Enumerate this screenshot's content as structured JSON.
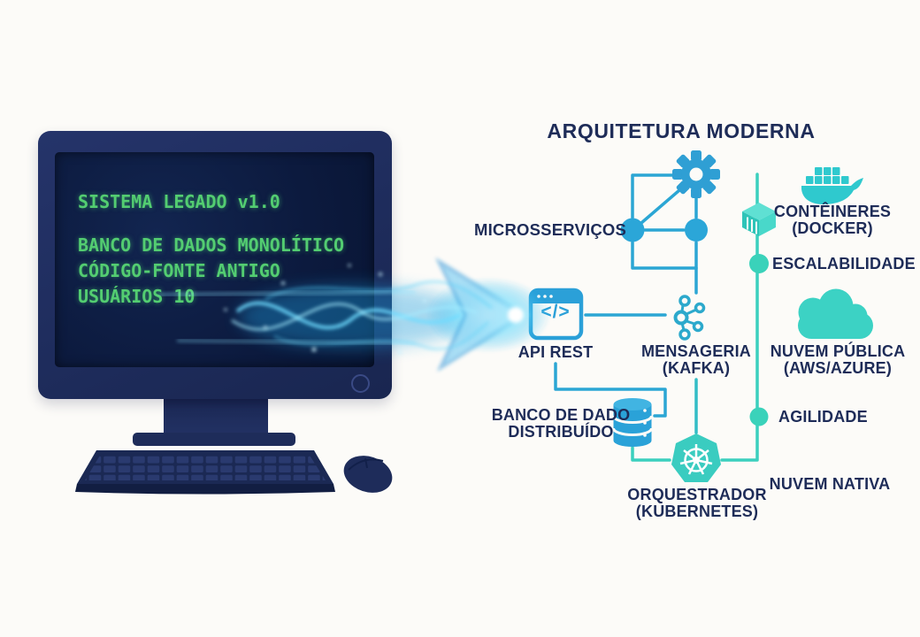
{
  "title": "ARQUITETURA MODERNA",
  "legacy": {
    "screen_lines": [
      "SISTEMA LEGADO v1.0",
      "BANCO DE DADOS MONOLÍTICO",
      "CÓDIGO-FONTE ANTIGO",
      "USUÁRIOS 10"
    ]
  },
  "modern": {
    "microservices_label": "MICROSSERVIÇOS",
    "containers_label": "CONTÊINERES",
    "containers_sub": "(DOCKER)",
    "scalability_label": "ESCALABILIDADE",
    "api_label": "API REST",
    "api_glyph": "</>",
    "messaging_label": "MENSAGERIA",
    "messaging_sub": "(KAFKA)",
    "public_cloud_label": "NUVEM PÚBLICA",
    "public_cloud_sub": "(AWS/AZURE)",
    "database_label": "BANCO DE DADO",
    "database_sub": "DISTRIBUÍDO",
    "agility_label": "AGILIDADE",
    "orchestrator_label": "ORQUESTRADOR",
    "orchestrator_sub": "(KUBERNETES)",
    "cloud_native_label": "NUVEM NATIVA"
  },
  "colors": {
    "icon_blue": "#2BA2D6",
    "icon_teal": "#3BD0BE",
    "label_navy": "#1E2C58",
    "monitor_body": "#20305F",
    "screen_bg": "#0B1A3E",
    "screen_green": "#53CD71",
    "beam_cyan": "#39C6F2",
    "background": "#FCFBF8"
  },
  "icon_names": [
    "legacy-computer-icon",
    "keyboard-icon",
    "mouse-icon",
    "migration-arrow-icon",
    "gear-icon",
    "microservices-nodes-icon",
    "container-cube-icon",
    "docker-whale-icon",
    "scalability-dot-icon",
    "api-window-icon",
    "kafka-icon",
    "cloud-icon",
    "database-icon",
    "agility-dot-icon",
    "kubernetes-helm-icon"
  ]
}
